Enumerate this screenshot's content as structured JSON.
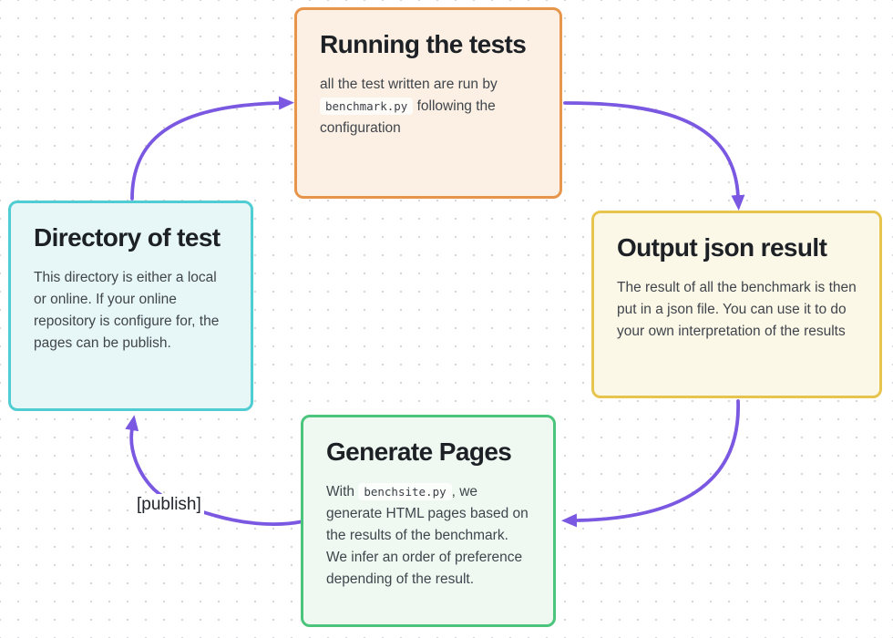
{
  "diagram": {
    "nodes": {
      "running": {
        "title": "Running the tests",
        "body_pre": "all the test written are run by ",
        "code": "benchmark.py",
        "body_post": " following the configuration"
      },
      "output": {
        "title": "Output json result",
        "body": "The result of all the benchmark is then put in a json file. You can use it to do your own interpretation of the results"
      },
      "generate": {
        "title": "Generate Pages",
        "body_pre": "With ",
        "code": "benchsite.py",
        "body_post": ", we generate HTML pages based on the results of the benchmark. We infer an order of preference depending of the result."
      },
      "directory": {
        "title": "Directory of test",
        "body": "This directory is either a local or online. If your online repository is configure for, the pages can be publish."
      }
    },
    "edges": {
      "publish_label": "[publish]",
      "list": [
        {
          "from": "directory-of-test",
          "to": "running-the-tests"
        },
        {
          "from": "running-the-tests",
          "to": "output-json-result"
        },
        {
          "from": "output-json-result",
          "to": "generate-pages"
        },
        {
          "from": "generate-pages",
          "to": "directory-of-test",
          "label": "[publish]"
        }
      ]
    },
    "colors": {
      "arrow": "#7A58E1",
      "running_border": "#E8954C",
      "running_bg": "#FBF0E3",
      "output_border": "#E6C44E",
      "output_bg": "#FCF8E8",
      "generate_border": "#4CC57C",
      "generate_bg": "#EFF9F2",
      "directory_border": "#50CDD2",
      "directory_bg": "#E7F7F8",
      "title_text": "#1d2126",
      "body_text": "#40454c",
      "grid_dot": "#d8d8dc"
    }
  }
}
